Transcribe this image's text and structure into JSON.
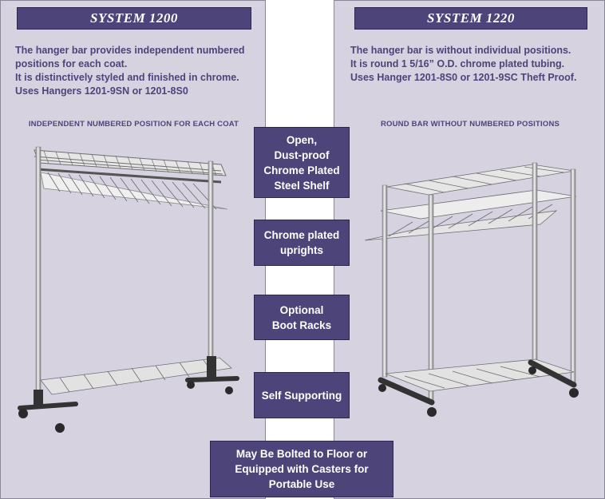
{
  "system_1200": {
    "title": "SYSTEM 1200",
    "description": [
      "The hanger bar provides independent numbered",
      "positions for each coat.",
      "It is distinctively styled and finished in chrome.",
      "Uses Hangers 1201-9SN or 1201-8S0"
    ],
    "caption": "INDEPENDENT NUMBERED POSITION FOR EACH COAT"
  },
  "system_1220": {
    "title": "SYSTEM 1220",
    "description": [
      "The hanger bar is without individual positions.",
      "It is round 1 5/16” O.D. chrome plated tubing.",
      "Uses Hanger 1201-8S0 or 1201-9SC Theft Proof."
    ],
    "caption": "ROUND BAR WITHOUT NUMBERED POSITIONS"
  },
  "callouts": [
    {
      "lines": [
        "Open,",
        "Dust-proof",
        "Chrome Plated",
        "Steel Shelf"
      ]
    },
    {
      "lines": [
        "Chrome plated",
        "uprights"
      ]
    },
    {
      "lines": [
        "Optional",
        "Boot Racks"
      ]
    },
    {
      "lines": [
        "Self Supporting"
      ]
    },
    {
      "lines": [
        "May Be Bolted to Floor or",
        "Equipped with Casters for",
        "Portable Use"
      ]
    }
  ],
  "colors": {
    "panel_bg": "#d6d2e0",
    "title_bg": "#4d4479",
    "text": "#4d4479"
  }
}
